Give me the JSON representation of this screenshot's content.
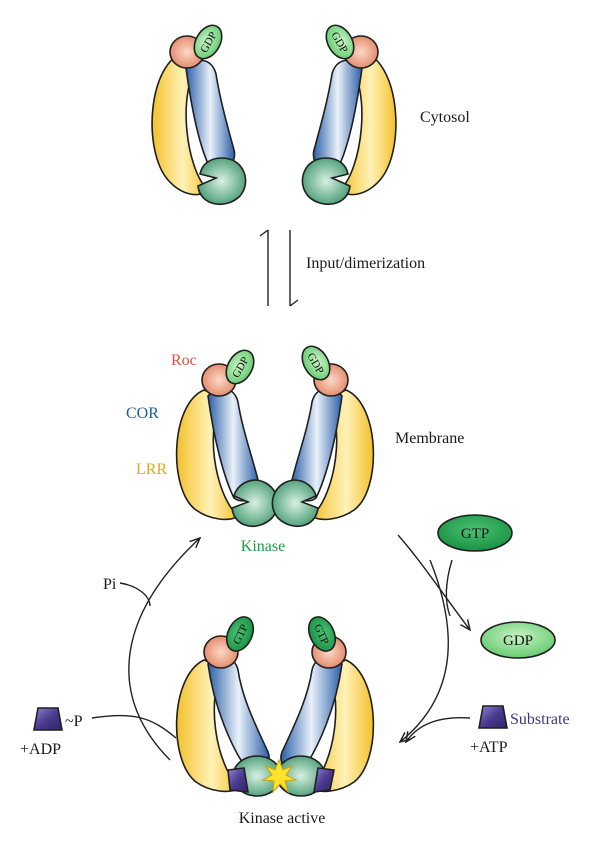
{
  "labels": {
    "cytosol": "Cytosol",
    "input_dimerization": "Input/dimerization",
    "membrane": "Membrane",
    "kinase_active": "Kinase active",
    "pi": "Pi",
    "p_group": "~P",
    "adp": "+ADP",
    "atp": "+ATP",
    "substrate": "Substrate"
  },
  "domains": {
    "roc": "Roc",
    "cor": "COR",
    "lrr": "LRR",
    "kinase": "Kinase"
  },
  "nucleotides": {
    "gdp": "GDP",
    "gtp": "GTP"
  },
  "colors": {
    "roc": "#E0896A",
    "cor": "#2E69B0",
    "lrr": "#F2C22E",
    "kinase": "#3E9A6A",
    "gdp_fill": "#78D27A",
    "gtp_fill": "#1E9E4C",
    "substrate": "#4A3B8E",
    "roc_label": "#D9553F",
    "cor_label": "#1F5EA0",
    "lrr_label": "#E0A81C",
    "kinase_label": "#1E9A48",
    "substrate_label": "#40358A"
  }
}
